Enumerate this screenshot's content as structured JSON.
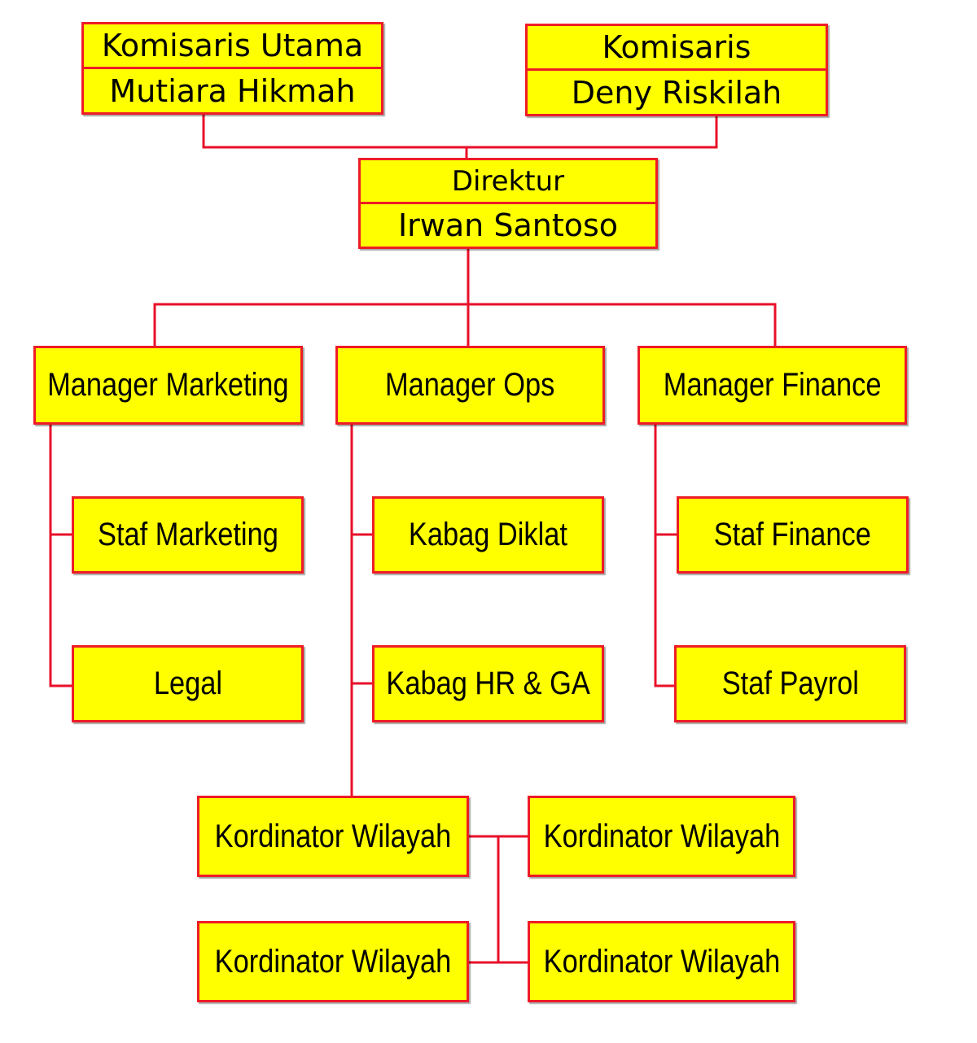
{
  "colors": {
    "box_fill": "#ffff00",
    "box_border": "#ee1c25",
    "connector": "#e8102a"
  },
  "board": {
    "komisaris_utama": {
      "title": "Komisaris Utama",
      "name": "Mutiara Hikmah"
    },
    "komisaris": {
      "title": "Komisaris",
      "name": "Deny Riskilah"
    }
  },
  "direktur": {
    "title": "Direktur",
    "name": "Irwan Santoso"
  },
  "managers": {
    "marketing": "Manager Marketing",
    "ops": "Manager Ops",
    "finance": "Manager Finance"
  },
  "staff": {
    "staf_marketing": "Staf Marketing",
    "legal": "Legal",
    "kabag_diklat": "Kabag Diklat",
    "kabag_hr_ga": "Kabag HR & GA",
    "staf_finance": "Staf Finance",
    "staf_payrol": "Staf Payrol"
  },
  "kordinator": [
    "Kordinator Wilayah",
    "Kordinator Wilayah",
    "Kordinator Wilayah",
    "Kordinator Wilayah"
  ]
}
